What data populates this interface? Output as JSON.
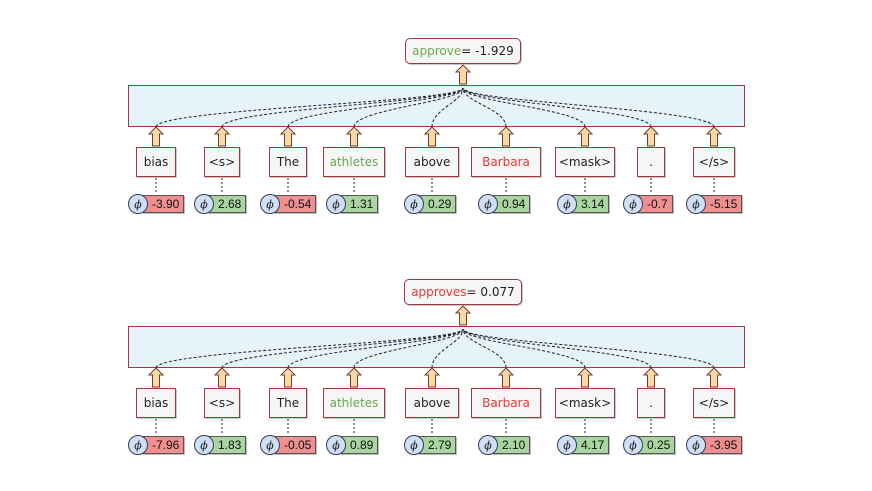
{
  "diagrams": [
    {
      "output": {
        "word": "approve",
        "word_color": "green",
        "equals": "= -1.929"
      },
      "tokens": [
        {
          "text": "bias",
          "color": "default",
          "value": "-3.90",
          "sign": "neg"
        },
        {
          "text": "<s>",
          "color": "default",
          "value": "2.68",
          "sign": "pos"
        },
        {
          "text": "The",
          "color": "default",
          "value": "-0.54",
          "sign": "neg"
        },
        {
          "text": "athletes",
          "color": "green",
          "value": "1.31",
          "sign": "pos"
        },
        {
          "text": "above",
          "color": "default",
          "value": "0.29",
          "sign": "pos"
        },
        {
          "text": "Barbara",
          "color": "red",
          "value": "0.94",
          "sign": "pos"
        },
        {
          "text": "<mask>",
          "color": "default",
          "value": "3.14",
          "sign": "pos"
        },
        {
          "text": ".",
          "color": "default",
          "value": "-0.7",
          "sign": "neg"
        },
        {
          "text": "</s>",
          "color": "default",
          "value": "-5.15",
          "sign": "neg"
        }
      ]
    },
    {
      "output": {
        "word": "approves",
        "word_color": "red",
        "equals": "= 0.077"
      },
      "tokens": [
        {
          "text": "bias",
          "color": "default",
          "value": "-7.96",
          "sign": "neg"
        },
        {
          "text": "<s>",
          "color": "default",
          "value": "1.83",
          "sign": "pos"
        },
        {
          "text": "The",
          "color": "default",
          "value": "-0.05",
          "sign": "neg"
        },
        {
          "text": "athletes",
          "color": "green",
          "value": "0.89",
          "sign": "pos"
        },
        {
          "text": "above",
          "color": "default",
          "value": "2.79",
          "sign": "pos"
        },
        {
          "text": "Barbara",
          "color": "red",
          "value": "2.10",
          "sign": "pos"
        },
        {
          "text": "<mask>",
          "color": "default",
          "value": "4.17",
          "sign": "pos"
        },
        {
          "text": ".",
          "color": "default",
          "value": "0.25",
          "sign": "pos"
        },
        {
          "text": "</s>",
          "color": "default",
          "value": "-3.95",
          "sign": "neg"
        }
      ]
    }
  ],
  "phi_symbol": "ϕ",
  "colors": {
    "green": "#6aa84f",
    "red": "#e53935",
    "panel": "#e6f3fb",
    "border": "#a0383c",
    "positive": "#a8d5a0",
    "negative": "#ef8f8f"
  }
}
